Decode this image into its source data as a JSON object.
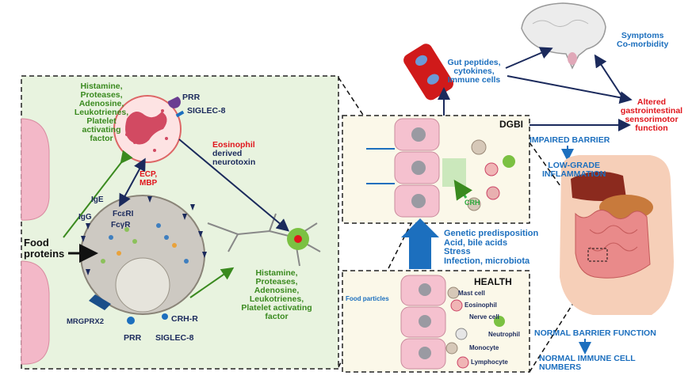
{
  "left_panel": {
    "mediators_top": [
      "Histamine,",
      "Proteases,",
      "Adenosine,",
      "Leukotrienes,",
      "Platelet",
      "activating",
      "factor"
    ],
    "mediators_bottom": [
      "Histamine,",
      "Proteases,",
      "Adenosine,",
      "Leukotrienes,",
      "Platelet activating",
      "factor"
    ],
    "prr_top": "PRR",
    "siglec_top": "SIGLEC-8",
    "ecp_mbp": [
      "ECP,",
      "MBP"
    ],
    "neurotoxin": [
      "Eosinophil",
      "derived",
      "neurotoxin"
    ],
    "ige": "IgE",
    "igg": "IgG",
    "fceri": "FcεRI",
    "fcgr": "FcγR",
    "food_proteins": [
      "Food",
      "proteins"
    ],
    "mrgprx2": "MRGPRX2",
    "prr_bottom": "PRR",
    "crh_r": "CRH-R",
    "siglec_bottom": "SIGLEC-8"
  },
  "center": {
    "dgbi": "DGBI",
    "crh": "CRH",
    "health": "HEALTH",
    "food_particles": "Food particles",
    "legend": [
      "Mast cell",
      "Eosinophil",
      "Nerve cell",
      "Neutrophil",
      "Monocyte",
      "Lymphocyte"
    ],
    "factors": [
      "Genetic predisposition",
      "Acid, bile acids",
      "Stress",
      "Infection, microbiota"
    ]
  },
  "top": {
    "gut_peptides": [
      "Gut peptides,",
      "cytokines,",
      "Immune cells"
    ],
    "symptoms": [
      "Symptoms",
      "Co-morbidity"
    ],
    "altered": [
      "Altered",
      "gastrointestinal",
      "sensorimotor",
      "function"
    ]
  },
  "right": {
    "impaired_barrier": "IMPAIRED BARRIER",
    "low_grade": [
      "LOW-GRADE",
      "INFLAMMATION"
    ],
    "normal_barrier": "NORMAL BARRIER FUNCTION",
    "normal_immune": [
      "NORMAL IMMUNE CELL",
      "NUMBERS"
    ]
  },
  "colors": {
    "panel_bg": "#e8f3df",
    "green_text": "#3a8a1f",
    "red_text": "#e0151c",
    "blue_text": "#1c6fbe",
    "navy_arrow": "#1b2a5c"
  }
}
